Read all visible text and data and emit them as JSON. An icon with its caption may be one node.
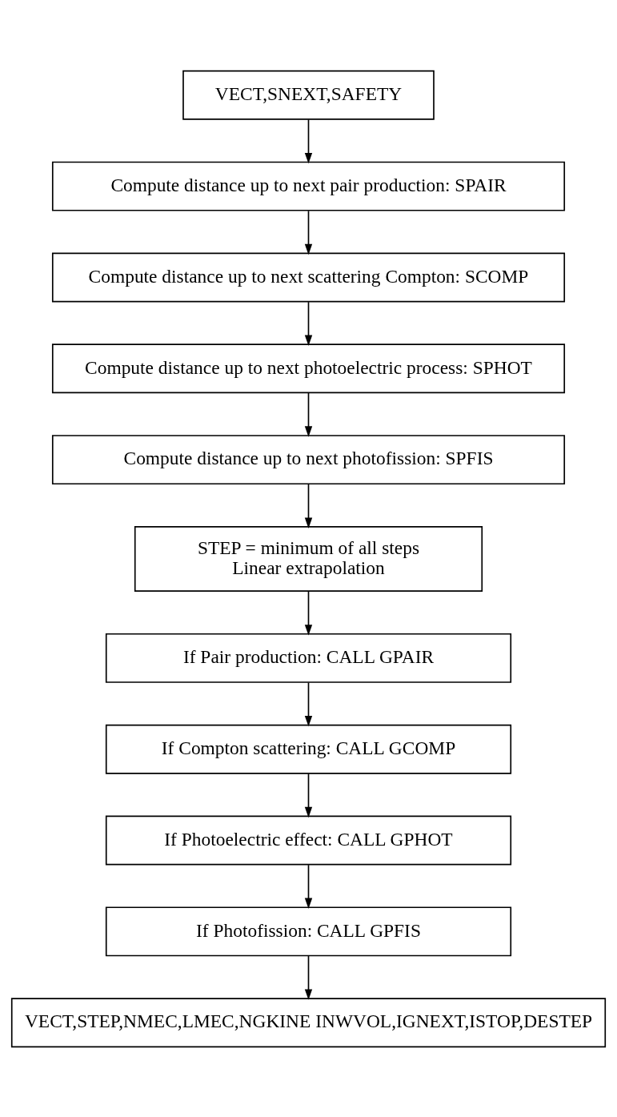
{
  "diagram": {
    "nodes": [
      {
        "text": [
          "VECT,SNEXT,SAFETY"
        ]
      },
      {
        "text": [
          "Compute distance up to next pair production: SPAIR"
        ]
      },
      {
        "text": [
          "Compute distance up to next scattering Compton: SCOMP"
        ]
      },
      {
        "text": [
          "Compute distance up to next photoelectric process: SPHOT"
        ]
      },
      {
        "text": [
          "Compute distance up to next photofission: SPFIS"
        ]
      },
      {
        "text": [
          "STEP = minimum of all steps",
          "Linear extrapolation"
        ]
      },
      {
        "text": [
          "If Pair production: CALL GPAIR"
        ]
      },
      {
        "text": [
          "If Compton scattering: CALL GCOMP"
        ]
      },
      {
        "text": [
          "If Photoelectric effect: CALL GPHOT"
        ]
      },
      {
        "text": [
          "If Photofission: CALL GPFIS"
        ]
      },
      {
        "text": [
          "VECT,STEP,NMEC,LMEC,NGKINE INWVOL,IGNEXT,ISTOP,DESTEP"
        ]
      }
    ],
    "edges": [
      {
        "from": 0,
        "to": 1,
        "arrow": "to"
      },
      {
        "from": 1,
        "to": 2,
        "arrow": "to"
      },
      {
        "from": 2,
        "to": 3,
        "arrow": "to"
      },
      {
        "from": 3,
        "to": 4,
        "arrow": "to"
      },
      {
        "from": 4,
        "to": 5,
        "arrow": "to"
      },
      {
        "from": 5,
        "to": 6,
        "arrow": "to"
      },
      {
        "from": 6,
        "to": 7,
        "arrow": "to"
      },
      {
        "from": 7,
        "to": 8,
        "arrow": "to"
      },
      {
        "from": 8,
        "to": 9,
        "arrow": "to"
      },
      {
        "from": 9,
        "to": 10,
        "arrow": "to"
      }
    ]
  }
}
